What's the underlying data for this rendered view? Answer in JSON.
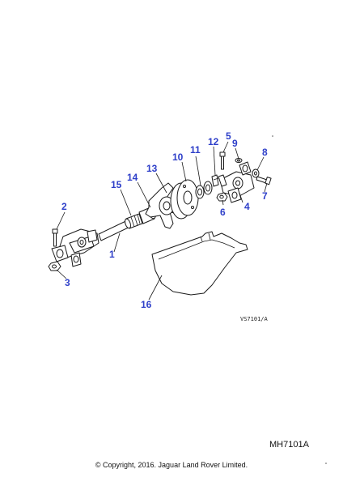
{
  "diagram": {
    "callouts": [
      "1",
      "2",
      "3",
      "4",
      "5",
      "6",
      "7",
      "8",
      "9",
      "10",
      "11",
      "12",
      "13",
      "14",
      "15",
      "16"
    ],
    "drawing_code": "VS7101/A"
  },
  "footer": {
    "figure_code": "MH7101A",
    "copyright": "© Copyright, 2016. Jaguar Land Rover Limited."
  },
  "colors": {
    "callout": "#2e3fc9",
    "line": "#1a1a1a"
  }
}
